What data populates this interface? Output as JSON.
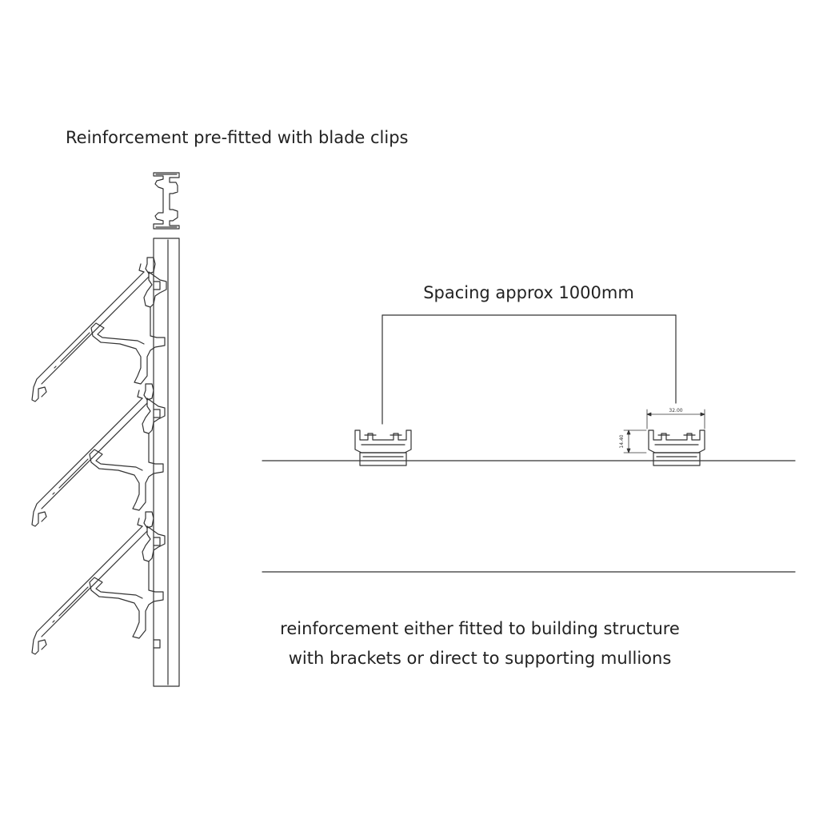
{
  "labels": {
    "title": "Reinforcement pre-fitted with blade clips",
    "spacing": "Spacing approx 1000mm",
    "note_line1": "reinforcement either fitted to building structure",
    "note_line2": "with brackets or direct to supporting mullions"
  },
  "dimensions": {
    "width": "32.00",
    "height": "14.40"
  },
  "colors": {
    "line": "#333333",
    "text": "#222222",
    "background": "#ffffff"
  }
}
